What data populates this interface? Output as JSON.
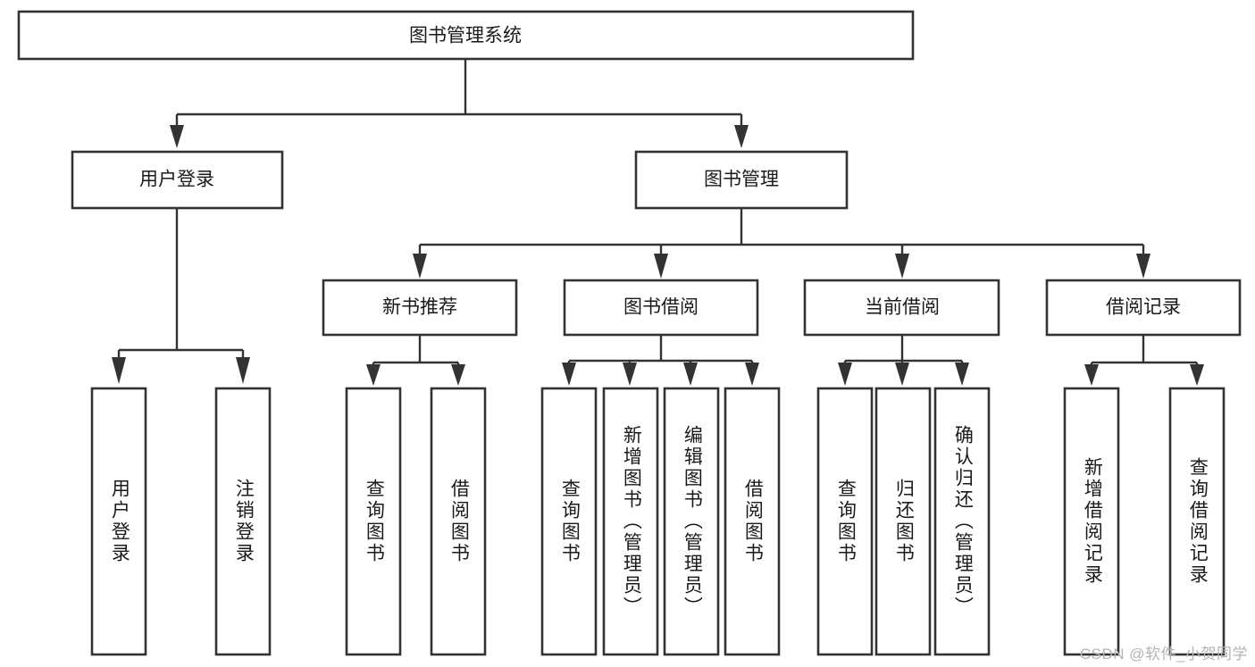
{
  "diagram": {
    "title": "图书管理系统",
    "type": "tree",
    "orientation": "top-down",
    "colors": {
      "box_stroke": "#333333",
      "box_fill": "#ffffff",
      "connector": "#333333",
      "text": "#1a1a1a",
      "watermark": "#b4b4b4",
      "background": "#ffffff"
    },
    "root": {
      "id": "root",
      "label": "图书管理系统",
      "text_direction": "horizontal"
    },
    "level2": [
      {
        "id": "user-login",
        "label": "用户登录",
        "text_direction": "horizontal"
      },
      {
        "id": "book-management",
        "label": "图书管理",
        "text_direction": "horizontal"
      }
    ],
    "level3": [
      {
        "id": "new-book-recommend",
        "label": "新书推荐",
        "parent": "book-management",
        "text_direction": "horizontal"
      },
      {
        "id": "book-borrow",
        "label": "图书借阅",
        "parent": "book-management",
        "text_direction": "horizontal"
      },
      {
        "id": "current-borrow",
        "label": "当前借阅",
        "parent": "book-management",
        "text_direction": "horizontal"
      },
      {
        "id": "borrow-record",
        "label": "借阅记录",
        "parent": "book-management",
        "text_direction": "horizontal"
      }
    ],
    "leaves": [
      {
        "id": "leaf-user-login",
        "label": "用户登录",
        "parent": "user-login",
        "text_direction": "vertical"
      },
      {
        "id": "leaf-logout-login",
        "label": "注销登录",
        "parent": "user-login",
        "text_direction": "vertical"
      },
      {
        "id": "leaf-query-book-1",
        "label": "查询图书",
        "parent": "new-book-recommend",
        "text_direction": "vertical"
      },
      {
        "id": "leaf-borrow-book-1",
        "label": "借阅图书",
        "parent": "new-book-recommend",
        "text_direction": "vertical"
      },
      {
        "id": "leaf-query-book-2",
        "label": "查询图书",
        "parent": "book-borrow",
        "text_direction": "vertical"
      },
      {
        "id": "leaf-add-book",
        "label": "新增图书（管理员）",
        "parent": "book-borrow",
        "text_direction": "vertical"
      },
      {
        "id": "leaf-edit-book",
        "label": "编辑图书（管理员）",
        "parent": "book-borrow",
        "text_direction": "vertical"
      },
      {
        "id": "leaf-borrow-book-2",
        "label": "借阅图书",
        "parent": "book-borrow",
        "text_direction": "vertical"
      },
      {
        "id": "leaf-query-book-3",
        "label": "查询图书",
        "parent": "current-borrow",
        "text_direction": "vertical"
      },
      {
        "id": "leaf-return-book",
        "label": "归还图书",
        "parent": "current-borrow",
        "text_direction": "vertical"
      },
      {
        "id": "leaf-confirm-return",
        "label": "确认归还（管理员）",
        "parent": "current-borrow",
        "text_direction": "vertical"
      },
      {
        "id": "leaf-add-record",
        "label": "新增借阅记录",
        "parent": "borrow-record",
        "text_direction": "vertical"
      },
      {
        "id": "leaf-query-record",
        "label": "查询借阅记录",
        "parent": "borrow-record",
        "text_direction": "vertical"
      }
    ]
  },
  "watermark": {
    "text": "CSDN @软件_小贺同学"
  }
}
